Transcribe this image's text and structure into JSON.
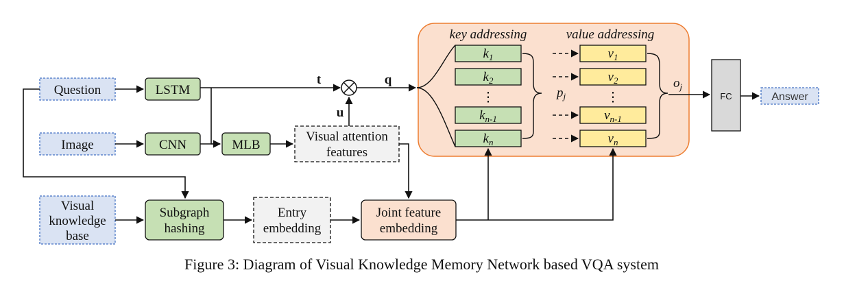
{
  "nodes": {
    "question": "Question",
    "image": "Image",
    "vkb": [
      "Visual",
      "knowledge",
      "base"
    ],
    "lstm": "LSTM",
    "cnn": "CNN",
    "mlb": "MLB",
    "vaf": [
      "Visual attention",
      "features"
    ],
    "subgraph": [
      "Subgraph",
      "hashing"
    ],
    "entry": [
      "Entry",
      "embedding"
    ],
    "joint": [
      "Joint feature",
      "embedding"
    ],
    "fc": "FC",
    "answer": "Answer"
  },
  "edges": {
    "t": "t",
    "q": "q",
    "u": "u"
  },
  "memory": {
    "key_heading": "key addressing",
    "value_heading": "value addressing",
    "keys": [
      {
        "base": "k",
        "sub": "1"
      },
      {
        "base": "k",
        "sub": "2"
      },
      {
        "base": "k",
        "sub": "n-1"
      },
      {
        "base": "k",
        "sub": "n"
      }
    ],
    "values": [
      {
        "base": "v",
        "sub": "1"
      },
      {
        "base": "v",
        "sub": "2"
      },
      {
        "base": "v",
        "sub": "n-1"
      },
      {
        "base": "v",
        "sub": "n"
      }
    ],
    "ellipsis": "⋮",
    "p": {
      "base": "p",
      "sub": "j"
    },
    "o": {
      "base": "o",
      "sub": "j"
    }
  },
  "caption": "Figure 3: Diagram of Visual Knowledge Memory Network based VQA system"
}
